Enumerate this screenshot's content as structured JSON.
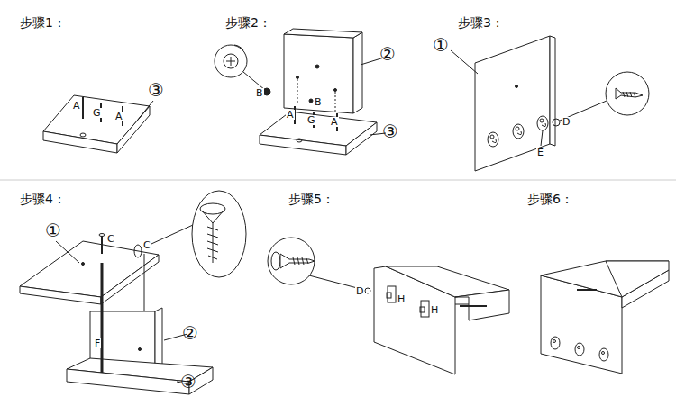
{
  "diagram": {
    "labels": [
      "步骤1：",
      "A",
      "G",
      "A",
      "③",
      "步骤2：",
      "②",
      "B",
      "B",
      "A",
      "G",
      "A",
      "③",
      "步骤3：",
      "①",
      "D",
      "E",
      "步骤4：",
      "①",
      "C",
      "C",
      "②",
      "F",
      "③",
      "步骤5：",
      "D",
      "H",
      "H",
      "步骤6："
    ]
  }
}
